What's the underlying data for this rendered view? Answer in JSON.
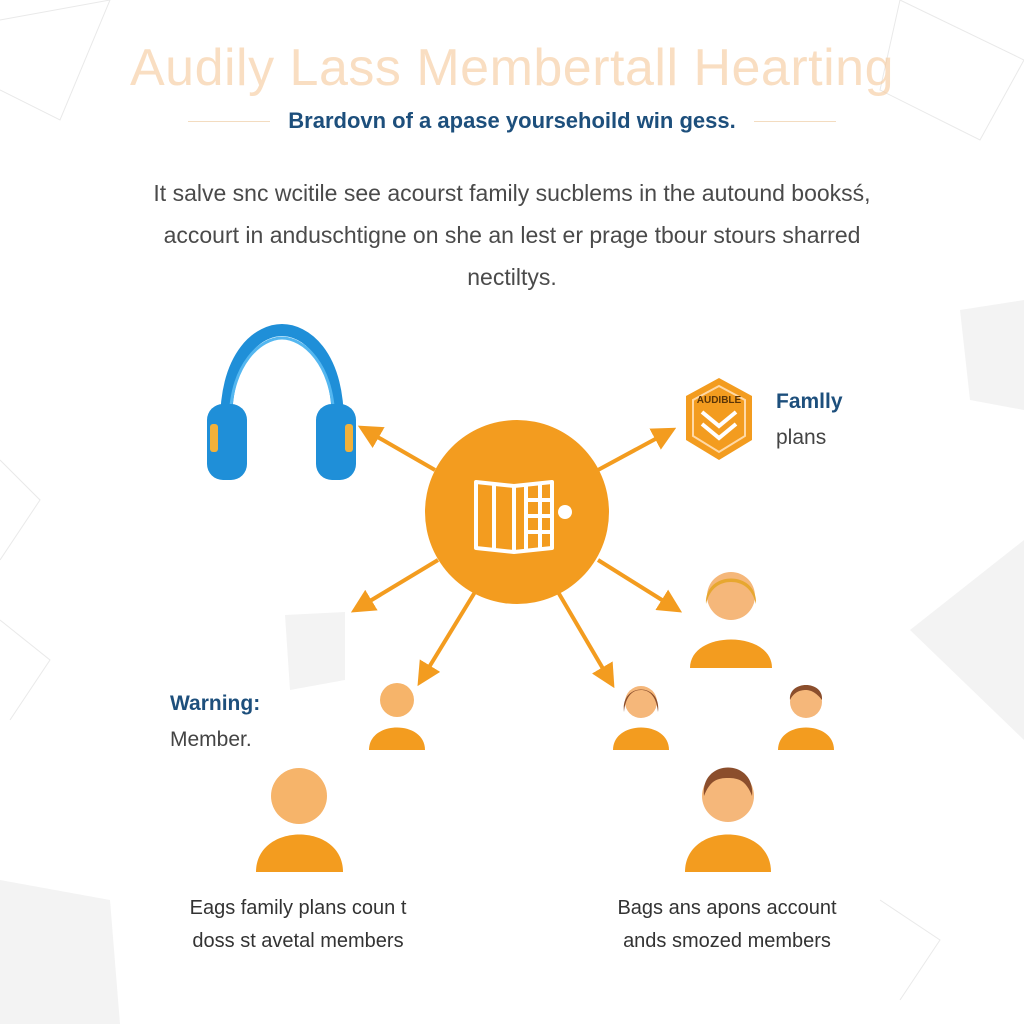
{
  "header": {
    "title": "Audily Lass Membertall Hearting",
    "subtitle": "Brardovn of a apase yoursehoild win gess."
  },
  "description": {
    "lines": [
      "It salve snc wcitile see acourst family sucblems in the autound booksś,",
      "accourt in anduschtigne on she an lest er prage tbour stours sharred",
      "nectiltys."
    ]
  },
  "badge": {
    "text": "AUDIBLE"
  },
  "labels": {
    "family_title": "Famlly",
    "family_sub": "plans",
    "warning_title": "Warning:",
    "warning_sub": "Member."
  },
  "captions": {
    "left": [
      "Eags family plans coun t",
      "doss st avetal members"
    ],
    "right": [
      "Bags ans apons account",
      "ands smozed members"
    ]
  },
  "colors": {
    "accent_orange": "#f39c1f",
    "headphone_blue": "#1f8fd8",
    "title_peach": "#f6c99a",
    "label_navy": "#1d4f7c",
    "hair_brown": "#8b4e2c"
  }
}
